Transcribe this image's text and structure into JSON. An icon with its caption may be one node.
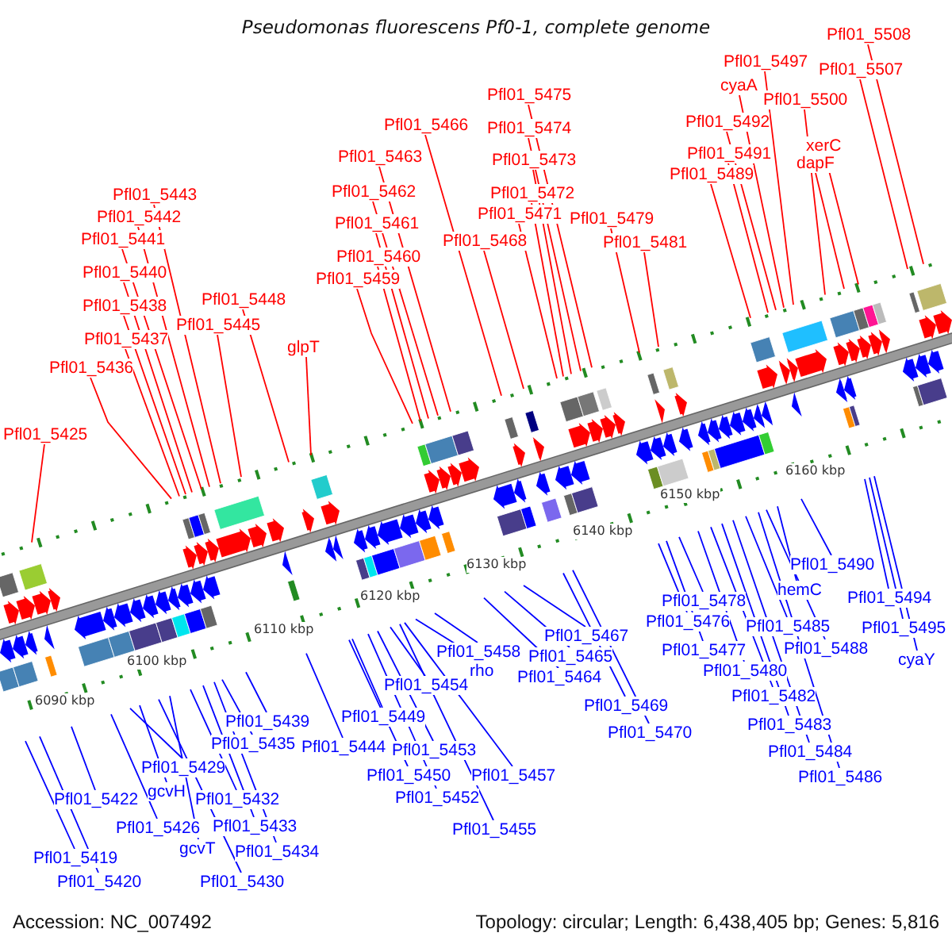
{
  "diagram": {
    "title": "Pseudomonas fluorescens Pf0-1, complete genome",
    "nodes": [
      {
        "text": [
          "Pfl01_5508"
        ]
      },
      {
        "text": [
          "Pfl01_5497"
        ]
      },
      {
        "text": [
          "Pfl01_5507"
        ]
      },
      {
        "text": [
          "cyaA"
        ]
      },
      {
        "text": [
          "Pfl01_5500"
        ]
      },
      {
        "text": [
          "Pfl01_5475"
        ]
      },
      {
        "text": [
          "Pfl01_5466"
        ]
      },
      {
        "text": [
          "Pfl01_5492"
        ]
      },
      {
        "text": [
          "Pfl01_5474"
        ]
      },
      {
        "text": [
          "xerC"
        ]
      },
      {
        "text": [
          "Pfl01_5491"
        ]
      },
      {
        "text": [
          "Pfl01_5463"
        ]
      },
      {
        "text": [
          "Pfl01_5473"
        ]
      },
      {
        "text": [
          "dapF"
        ]
      },
      {
        "text": [
          "Pfl01_5489"
        ]
      },
      {
        "text": [
          "Pfl01_5462"
        ]
      },
      {
        "text": [
          "Pfl01_5472"
        ]
      },
      {
        "text": [
          "Pfl01_5443"
        ]
      },
      {
        "text": [
          "Pfl01_5471"
        ]
      },
      {
        "text": [
          "Pfl01_5442"
        ]
      },
      {
        "text": [
          "Pfl01_5479"
        ]
      },
      {
        "text": [
          "Pfl01_5461"
        ]
      },
      {
        "text": [
          "Pfl01_5441"
        ]
      },
      {
        "text": [
          "Pfl01_5468"
        ]
      },
      {
        "text": [
          "Pfl01_5481"
        ]
      },
      {
        "text": [
          "Pfl01_5460"
        ]
      },
      {
        "text": [
          "Pfl01_5440"
        ]
      },
      {
        "text": [
          "Pfl01_5459"
        ]
      },
      {
        "text": [
          "Pfl01_5448"
        ]
      },
      {
        "text": [
          "Pfl01_5438"
        ]
      },
      {
        "text": [
          "Pfl01_5445"
        ]
      },
      {
        "text": [
          "Pfl01_5437"
        ]
      },
      {
        "text": [
          "glpT"
        ]
      },
      {
        "text": [
          "Pfl01_5436"
        ]
      },
      {
        "text": [
          "Pfl01_5425"
        ]
      },
      {
        "text": [
          "Pfl01_5490"
        ]
      },
      {
        "text": [
          "hemC"
        ]
      },
      {
        "text": [
          "Pfl01_5494"
        ]
      },
      {
        "text": [
          "Pfl01_5478"
        ]
      },
      {
        "text": [
          "Pfl01_5476"
        ]
      },
      {
        "text": [
          "Pfl01_5485"
        ]
      },
      {
        "text": [
          "Pfl01_5495"
        ]
      },
      {
        "text": [
          "Pfl01_5467"
        ]
      },
      {
        "text": [
          "Pfl01_5477"
        ]
      },
      {
        "text": [
          "Pfl01_5488"
        ]
      },
      {
        "text": [
          "Pfl01_5458"
        ]
      },
      {
        "text": [
          "Pfl01_5465"
        ]
      },
      {
        "text": [
          "cyaY"
        ]
      },
      {
        "text": [
          "Pfl01_5480"
        ]
      },
      {
        "text": [
          "rho"
        ]
      },
      {
        "text": [
          "Pfl01_5464"
        ]
      },
      {
        "text": [
          "Pfl01_5454"
        ]
      },
      {
        "text": [
          "Pfl01_5482"
        ]
      },
      {
        "text": [
          "Pfl01_5469"
        ]
      },
      {
        "text": [
          "Pfl01_5449"
        ]
      },
      {
        "text": [
          "Pfl01_5439"
        ]
      },
      {
        "text": [
          "Pfl01_5483"
        ]
      },
      {
        "text": [
          "Pfl01_5470"
        ]
      },
      {
        "text": [
          "Pfl01_5435"
        ]
      },
      {
        "text": [
          "Pfl01_5444"
        ]
      },
      {
        "text": [
          "Pfl01_5453"
        ]
      },
      {
        "text": [
          "Pfl01_5484"
        ]
      },
      {
        "text": [
          "Pfl01_5429"
        ]
      },
      {
        "text": [
          "Pfl01_5450"
        ]
      },
      {
        "text": [
          "Pfl01_5457"
        ]
      },
      {
        "text": [
          "Pfl01_5486"
        ]
      },
      {
        "text": [
          "gcvH"
        ]
      },
      {
        "text": [
          "Pfl01_5422"
        ]
      },
      {
        "text": [
          "Pfl01_5432"
        ]
      },
      {
        "text": [
          "Pfl01_5452"
        ]
      },
      {
        "text": [
          "Pfl01_5426"
        ]
      },
      {
        "text": [
          "Pfl01_5433"
        ]
      },
      {
        "text": [
          "Pfl01_5455"
        ]
      },
      {
        "text": [
          "gcvT"
        ]
      },
      {
        "text": [
          "Pfl01_5434"
        ]
      },
      {
        "text": [
          "Pfl01_5419"
        ]
      },
      {
        "text": [
          "Pfl01_5420"
        ]
      },
      {
        "text": [
          "Pfl01_5430"
        ]
      }
    ],
    "edges": [
      {
        "from": 0,
        "to": null,
        "arrow": "none",
        "color": "#ff0000"
      },
      {
        "from": 1,
        "to": null,
        "arrow": "none",
        "color": "#ff0000"
      },
      {
        "from": 2,
        "to": null,
        "arrow": "none",
        "color": "#ff0000"
      },
      {
        "from": 3,
        "to": null,
        "arrow": "none",
        "color": "#ff0000"
      },
      {
        "from": 4,
        "to": null,
        "arrow": "none",
        "color": "#ff0000"
      },
      {
        "from": 5,
        "to": null,
        "arrow": "none",
        "color": "#ff0000"
      },
      {
        "from": 6,
        "to": null,
        "arrow": "none",
        "color": "#ff0000"
      },
      {
        "from": 7,
        "to": null,
        "arrow": "none",
        "color": "#ff0000"
      },
      {
        "from": 8,
        "to": null,
        "arrow": "none",
        "color": "#ff0000"
      },
      {
        "from": 9,
        "to": null,
        "arrow": "none",
        "color": "#ff0000"
      },
      {
        "from": 10,
        "to": null,
        "arrow": "none",
        "color": "#ff0000"
      },
      {
        "from": 11,
        "to": null,
        "arrow": "none",
        "color": "#ff0000"
      },
      {
        "from": 12,
        "to": null,
        "arrow": "none",
        "color": "#ff0000"
      },
      {
        "from": 13,
        "to": null,
        "arrow": "none",
        "color": "#ff0000"
      },
      {
        "from": 14,
        "to": null,
        "arrow": "none",
        "color": "#ff0000"
      },
      {
        "from": 15,
        "to": null,
        "arrow": "none",
        "color": "#ff0000"
      },
      {
        "from": 16,
        "to": null,
        "arrow": "none",
        "color": "#ff0000"
      },
      {
        "from": 17,
        "to": null,
        "arrow": "none",
        "color": "#ff0000"
      },
      {
        "from": 18,
        "to": null,
        "arrow": "none",
        "color": "#ff0000"
      },
      {
        "from": 19,
        "to": null,
        "arrow": "none",
        "color": "#ff0000"
      },
      {
        "from": 20,
        "to": null,
        "arrow": "none",
        "color": "#ff0000"
      },
      {
        "from": 21,
        "to": null,
        "arrow": "none",
        "color": "#ff0000"
      },
      {
        "from": 22,
        "to": null,
        "arrow": "none",
        "color": "#ff0000"
      },
      {
        "from": 23,
        "to": null,
        "arrow": "none",
        "color": "#ff0000"
      },
      {
        "from": 24,
        "to": null,
        "arrow": "none",
        "color": "#ff0000"
      },
      {
        "from": 25,
        "to": null,
        "arrow": "none",
        "color": "#ff0000"
      },
      {
        "from": 26,
        "to": null,
        "arrow": "none",
        "color": "#ff0000"
      },
      {
        "from": 27,
        "to": null,
        "arrow": "none",
        "color": "#ff0000"
      },
      {
        "from": 28,
        "to": null,
        "arrow": "none",
        "color": "#ff0000"
      },
      {
        "from": 29,
        "to": null,
        "arrow": "none",
        "color": "#ff0000"
      },
      {
        "from": 30,
        "to": null,
        "arrow": "none",
        "color": "#ff0000"
      },
      {
        "from": 31,
        "to": null,
        "arrow": "none",
        "color": "#ff0000"
      },
      {
        "from": 32,
        "to": null,
        "arrow": "none",
        "color": "#ff0000"
      },
      {
        "from": 33,
        "to": null,
        "arrow": "none",
        "color": "#ff0000"
      },
      {
        "from": 34,
        "to": null,
        "arrow": "none",
        "color": "#ff0000"
      },
      {
        "from": 35,
        "to": null,
        "arrow": "none"
      },
      {
        "from": 36,
        "to": null,
        "arrow": "none"
      },
      {
        "from": 37,
        "to": null,
        "arrow": "none"
      },
      {
        "from": 38,
        "to": null,
        "arrow": "none"
      },
      {
        "from": 39,
        "to": null,
        "arrow": "none"
      },
      {
        "from": 40,
        "to": null,
        "arrow": "none"
      },
      {
        "from": 41,
        "to": null,
        "arrow": "none"
      },
      {
        "from": 42,
        "to": null,
        "arrow": "none"
      },
      {
        "from": 43,
        "to": null,
        "arrow": "none"
      },
      {
        "from": 44,
        "to": null,
        "arrow": "none"
      },
      {
        "from": 45,
        "to": null,
        "arrow": "none"
      },
      {
        "from": 46,
        "to": null,
        "arrow": "none"
      },
      {
        "from": 47,
        "to": null,
        "arrow": "none"
      },
      {
        "from": 48,
        "to": null,
        "arrow": "none"
      },
      {
        "from": 49,
        "to": null,
        "arrow": "none"
      },
      {
        "from": 50,
        "to": null,
        "arrow": "none"
      },
      {
        "from": 51,
        "to": null,
        "arrow": "none"
      },
      {
        "from": 52,
        "to": null,
        "arrow": "none"
      },
      {
        "from": 53,
        "to": null,
        "arrow": "none"
      },
      {
        "from": 54,
        "to": null,
        "arrow": "none"
      },
      {
        "from": 55,
        "to": null,
        "arrow": "none"
      },
      {
        "from": 56,
        "to": null,
        "arrow": "none"
      },
      {
        "from": 57,
        "to": null,
        "arrow": "none"
      },
      {
        "from": 58,
        "to": null,
        "arrow": "none"
      },
      {
        "from": 59,
        "to": null,
        "arrow": "none"
      },
      {
        "from": 60,
        "to": null,
        "arrow": "none"
      },
      {
        "from": 61,
        "to": null,
        "arrow": "none"
      },
      {
        "from": 62,
        "to": null,
        "arrow": "none"
      },
      {
        "from": 63,
        "to": null,
        "arrow": "none"
      },
      {
        "from": 64,
        "to": null,
        "arrow": "none"
      },
      {
        "from": 65,
        "to": null,
        "arrow": "none"
      },
      {
        "from": 66,
        "to": null,
        "arrow": "none"
      },
      {
        "from": 67,
        "to": null,
        "arrow": "none"
      },
      {
        "from": 68,
        "to": null,
        "arrow": "none"
      },
      {
        "from": 69,
        "to": null,
        "arrow": "none"
      },
      {
        "from": 70,
        "to": null,
        "arrow": "none"
      },
      {
        "from": 71,
        "to": null,
        "arrow": "none"
      },
      {
        "from": 72,
        "to": null,
        "arrow": "none"
      },
      {
        "from": 73,
        "to": null,
        "arrow": "none"
      },
      {
        "from": 74,
        "to": null,
        "arrow": "none"
      },
      {
        "from": 75,
        "to": null,
        "arrow": "none"
      },
      {
        "from": 76,
        "to": null,
        "arrow": "none"
      },
      {
        "from": 77,
        "to": null,
        "arrow": "none"
      }
    ],
    "labels": [
      "6090 kbp",
      "6100 kbp",
      "6110 kbp",
      "6120 kbp",
      "6130 kbp",
      "6140 kbp",
      "6150 kbp",
      "6160 kbp",
      "Accession: NC_007492",
      "Topology: circular; Length: 6,438,405 bp; Genes: 5,816"
    ]
  }
}
